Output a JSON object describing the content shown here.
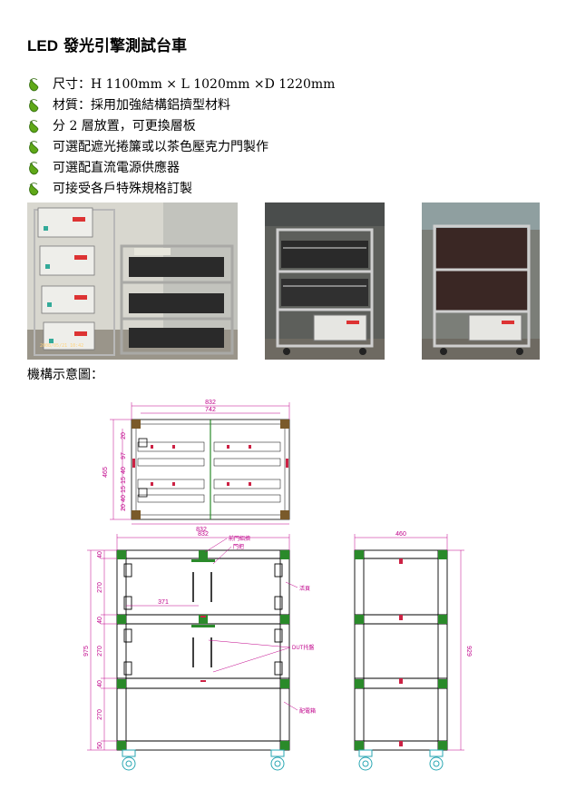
{
  "title": {
    "led": "LED",
    "text": "發光引擎測試台車"
  },
  "specs": [
    "尺寸：H 1100mm × L 1020mm ×D 1220mm",
    "材質：採用加強結構鋁擠型材料",
    "分 2 層放置，可更換層板",
    "可選配遮光捲簾或以茶色壓克力門製作",
    "可選配直流電源供應器",
    "可接受各戶特殊規格訂製"
  ],
  "photos": {
    "timestamp": "2008/05/21 10:42"
  },
  "diagram_caption": "機構示意圖：",
  "drawing": {
    "top_view": {
      "overall_width": "832",
      "inner_width": "742",
      "depth": "465",
      "dims": [
        "20",
        "97",
        "40",
        "15",
        "15",
        "40",
        "20"
      ]
    },
    "front_view": {
      "width": "832",
      "height_total": "975",
      "height_dims": [
        "40",
        "270",
        "40",
        "270",
        "40",
        "270",
        "50"
      ],
      "inner_dim": "371",
      "labels": {
        "door_handle": "前門鋁擠",
        "door": "門把",
        "hinge": "活頁",
        "dut_tray": "DUT托盤",
        "power_box": "配電箱"
      }
    },
    "side_view": {
      "width": "460",
      "height": "929"
    }
  }
}
